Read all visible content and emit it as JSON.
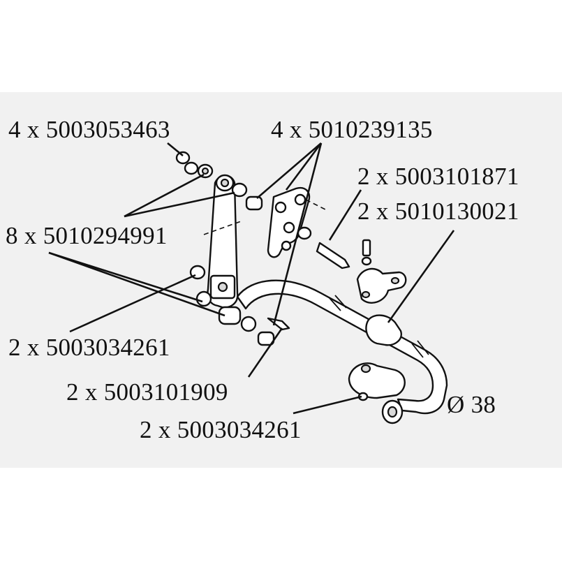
{
  "labels": [
    "4 x 5003053463",
    "4 x 5010239135",
    "2 x 5003101871",
    "2 x 5010130021",
    "8 x 5010294991",
    "2 x 5003034261",
    "2 x 5003101909",
    "Ø 38",
    "2 x 5003034261"
  ]
}
